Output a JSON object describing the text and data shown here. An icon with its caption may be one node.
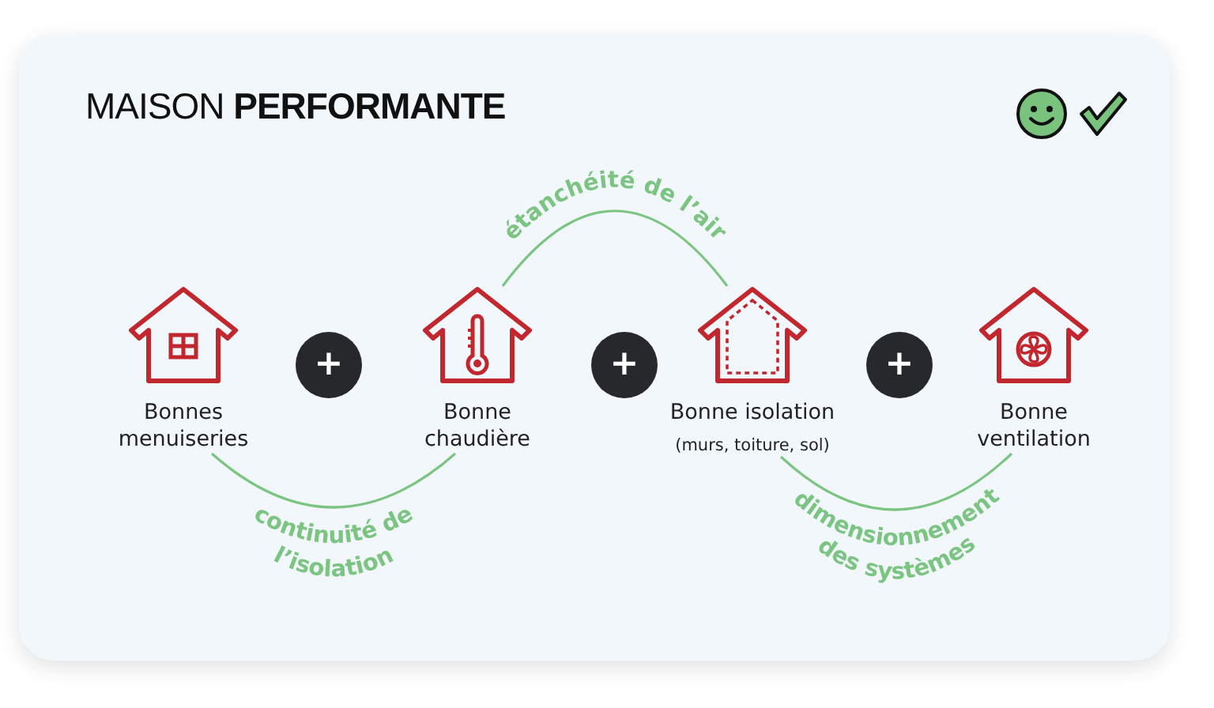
{
  "diagram": {
    "title": "MAISON **PERFORMANTE**",
    "nodes": [
      {
        "text": [
          "Bonnes menuiseries"
        ]
      },
      {
        "text": [
          "+"
        ]
      },
      {
        "text": [
          "Bonne chaudière"
        ]
      },
      {
        "text": [
          "+"
        ]
      },
      {
        "text": [
          "Bonne isolation",
          "(murs, toiture, sol)"
        ]
      },
      {
        "text": [
          "+"
        ]
      },
      {
        "text": [
          "Bonne ventilation"
        ]
      }
    ],
    "edges": [
      {
        "from": 0,
        "to": 2,
        "arrow": "none",
        "label": "continuité de l’isolation"
      },
      {
        "from": 2,
        "to": 4,
        "arrow": "none",
        "label": "étanchéité de l’air"
      },
      {
        "from": 4,
        "to": 6,
        "arrow": "none",
        "label": "dimensionnement des systèmes"
      }
    ]
  }
}
